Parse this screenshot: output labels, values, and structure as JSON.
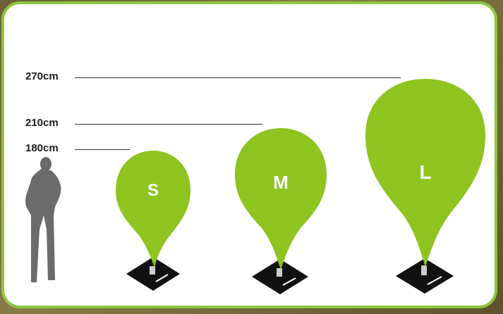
{
  "heights": [
    {
      "label": "270cm"
    },
    {
      "label": "210cm"
    },
    {
      "label": "180cm"
    }
  ],
  "balloons": [
    {
      "size": "S"
    },
    {
      "size": "M"
    },
    {
      "size": "L"
    }
  ],
  "colors": {
    "border": "#8cc63f",
    "balloon": "#8fc31f",
    "silhouette": "#6b6b6b",
    "base": "#111111"
  }
}
